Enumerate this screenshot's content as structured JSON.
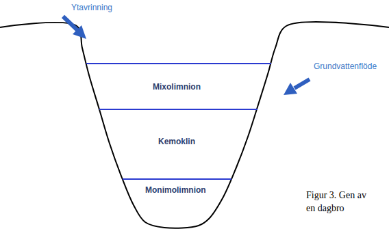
{
  "diagram": {
    "caption": "Figur 3. Gen av en dagbro",
    "nodes": [
      {
        "text": [
          "Mixolimnion"
        ]
      },
      {
        "text": [
          "Kemoklin"
        ]
      },
      {
        "text": [
          "Monimolimnion"
        ]
      }
    ],
    "labels": [
      "Ytavrinning",
      "Grundvattenflöde"
    ]
  }
}
